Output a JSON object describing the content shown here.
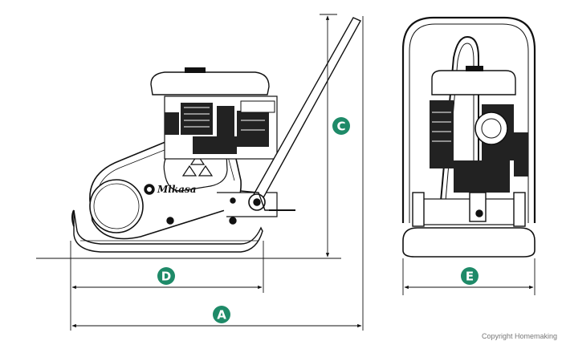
{
  "diagram": {
    "dimension_labels": {
      "a": "A",
      "c": "C",
      "d": "D",
      "e": "E"
    },
    "logo_text": "Mikasa",
    "badge_color": "#1e8a68",
    "line_color": "#111111"
  },
  "footer": {
    "copyright": "Copyright Homemaking"
  }
}
